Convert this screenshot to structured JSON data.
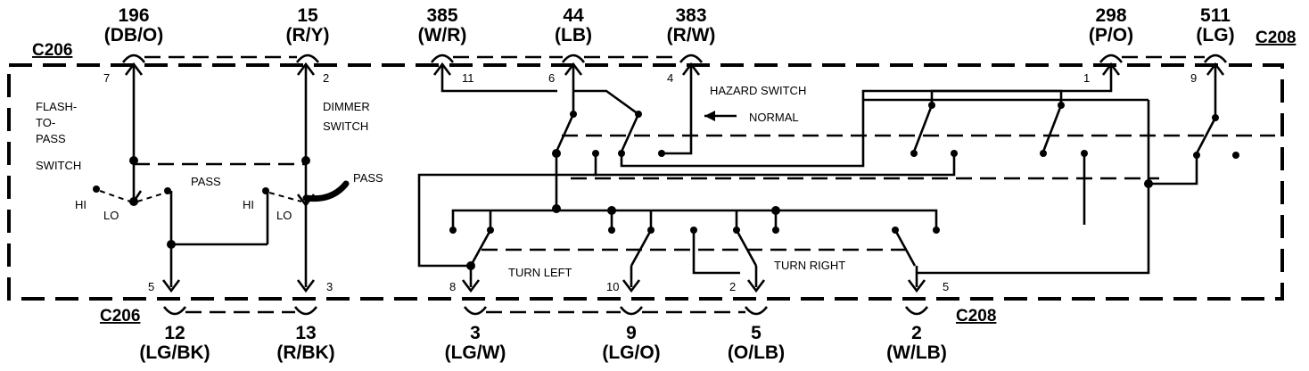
{
  "connectors": {
    "top_left": "C206",
    "top_right": "C208",
    "bottom_left": "C206",
    "bottom_right": "C208"
  },
  "top_wires": [
    {
      "circuit": "196",
      "color": "(DB/O)"
    },
    {
      "circuit": "15",
      "color": "(R/Y)"
    },
    {
      "circuit": "385",
      "color": "(W/R)"
    },
    {
      "circuit": "44",
      "color": "(LB)"
    },
    {
      "circuit": "383",
      "color": "(R/W)"
    },
    {
      "circuit": "298",
      "color": "(P/O)"
    },
    {
      "circuit": "511",
      "color": "(LG)"
    }
  ],
  "bottom_wires": [
    {
      "circuit": "12",
      "color": "(LG/BK)"
    },
    {
      "circuit": "13",
      "color": "(R/BK)"
    },
    {
      "circuit": "3",
      "color": "(LG/W)"
    },
    {
      "circuit": "9",
      "color": "(LG/O)"
    },
    {
      "circuit": "5",
      "color": "(O/LB)"
    },
    {
      "circuit": "2",
      "color": "(W/LB)"
    }
  ],
  "pins": {
    "p7": "7",
    "p2": "2",
    "p11": "11",
    "p6": "6",
    "p4": "4",
    "p1": "1",
    "p9": "9",
    "p5a": "5",
    "p3": "3",
    "p8": "8",
    "p10": "10",
    "p2b": "2",
    "p5b": "5"
  },
  "labels": {
    "flash_1": "FLASH-",
    "flash_2": "TO-",
    "flash_3": "PASS",
    "flash_4": "SWITCH",
    "dimmer_1": "DIMMER",
    "dimmer_2": "SWITCH",
    "pass_1": "PASS",
    "pass_2": "PASS",
    "hi_1": "HI",
    "lo_1": "LO",
    "hi_2": "HI",
    "lo_2": "LO",
    "hazard": "HAZARD SWITCH",
    "normal": "NORMAL",
    "turn_left": "TURN LEFT",
    "turn_right": "TURN RIGHT"
  }
}
